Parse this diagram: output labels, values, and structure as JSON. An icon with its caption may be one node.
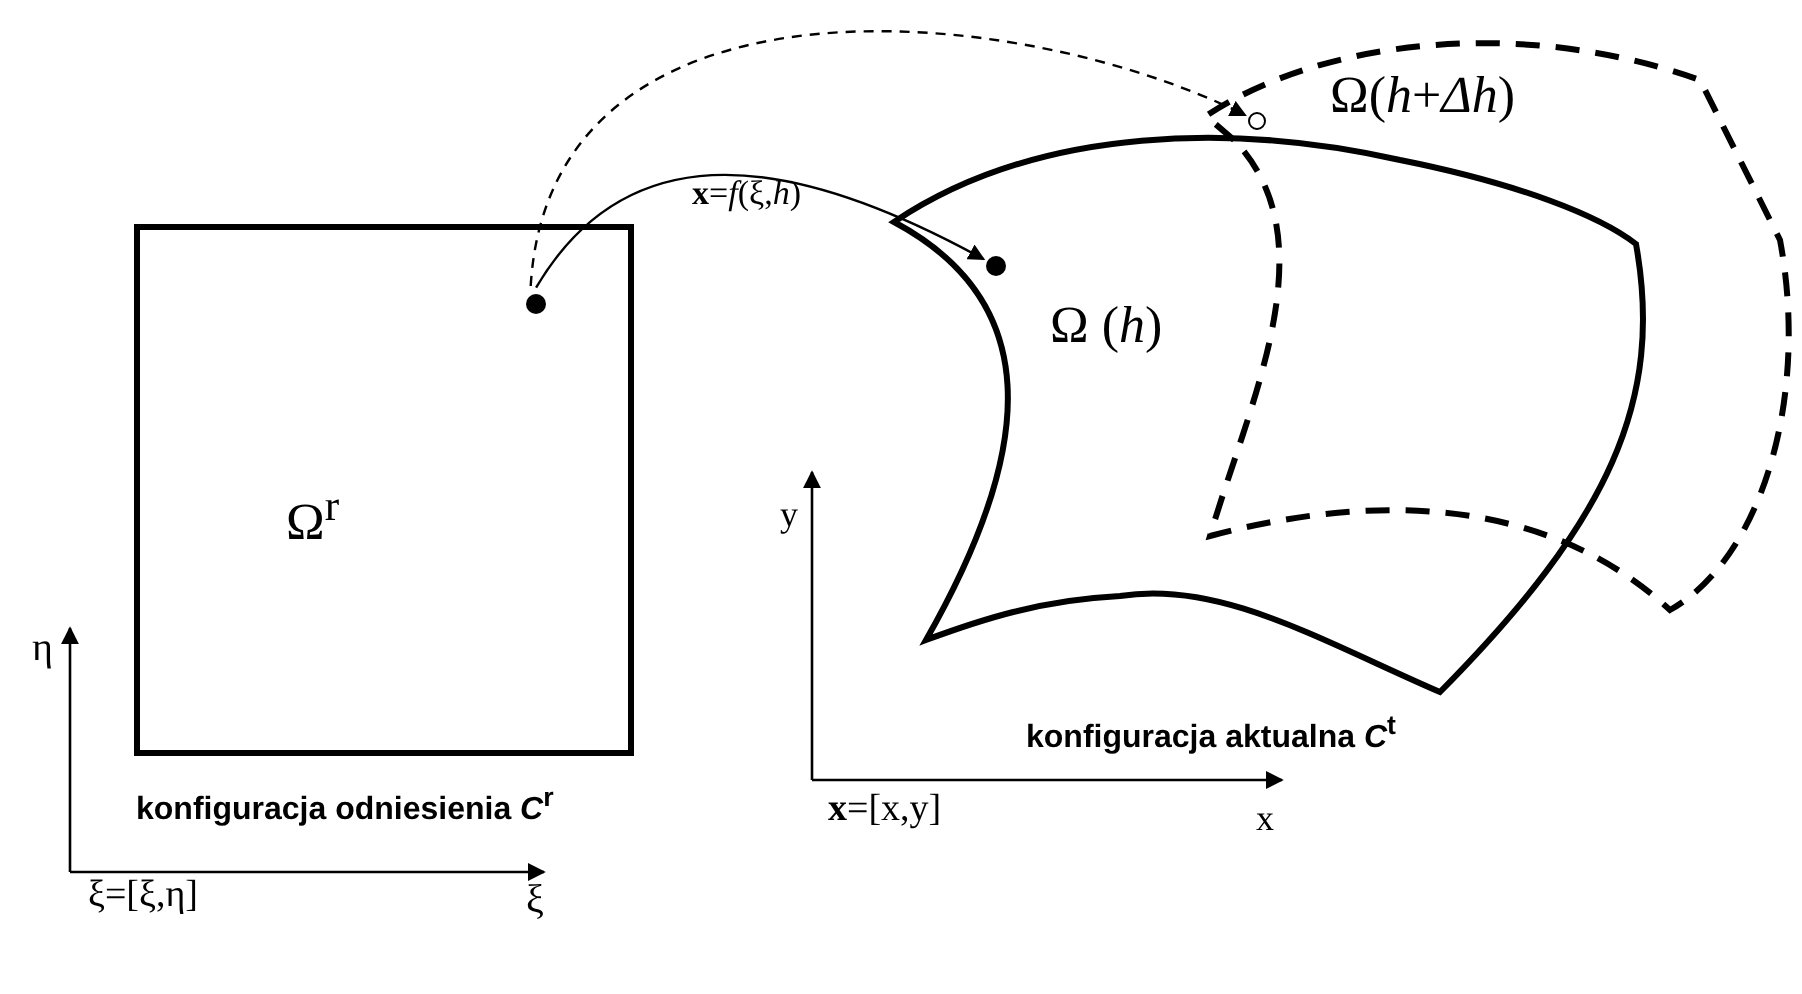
{
  "diagram": {
    "nodes": [
      {
        "text": [
          "Ω$^{r}$"
        ]
      },
      {
        "text": [
          "Ω (*h*)"
        ]
      },
      {
        "text": [
          "Ω(*h*+*Δh*)"
        ]
      },
      {
        "text": [],
        "shape": "circle",
        "in": 0
      },
      {
        "text": [],
        "shape": "circle",
        "in": 1
      },
      {
        "text": [],
        "shape": "circle",
        "in": 2
      }
    ],
    "edges": [
      {
        "from": 3,
        "to": 4,
        "arrow": "to",
        "label": "**x**=*f*(ξ,*h*)"
      },
      {
        "from": 3,
        "to": 5,
        "arrow": "to",
        "style": "dashed"
      }
    ],
    "labels": [
      "η",
      "ξ=[ξ,η]",
      "ξ",
      "y",
      "x",
      "**x**=[x,y]",
      "konfiguracja odniesienia *C*$^{r}$",
      "konfiguracja aktualna *C*$^{t}$"
    ]
  }
}
